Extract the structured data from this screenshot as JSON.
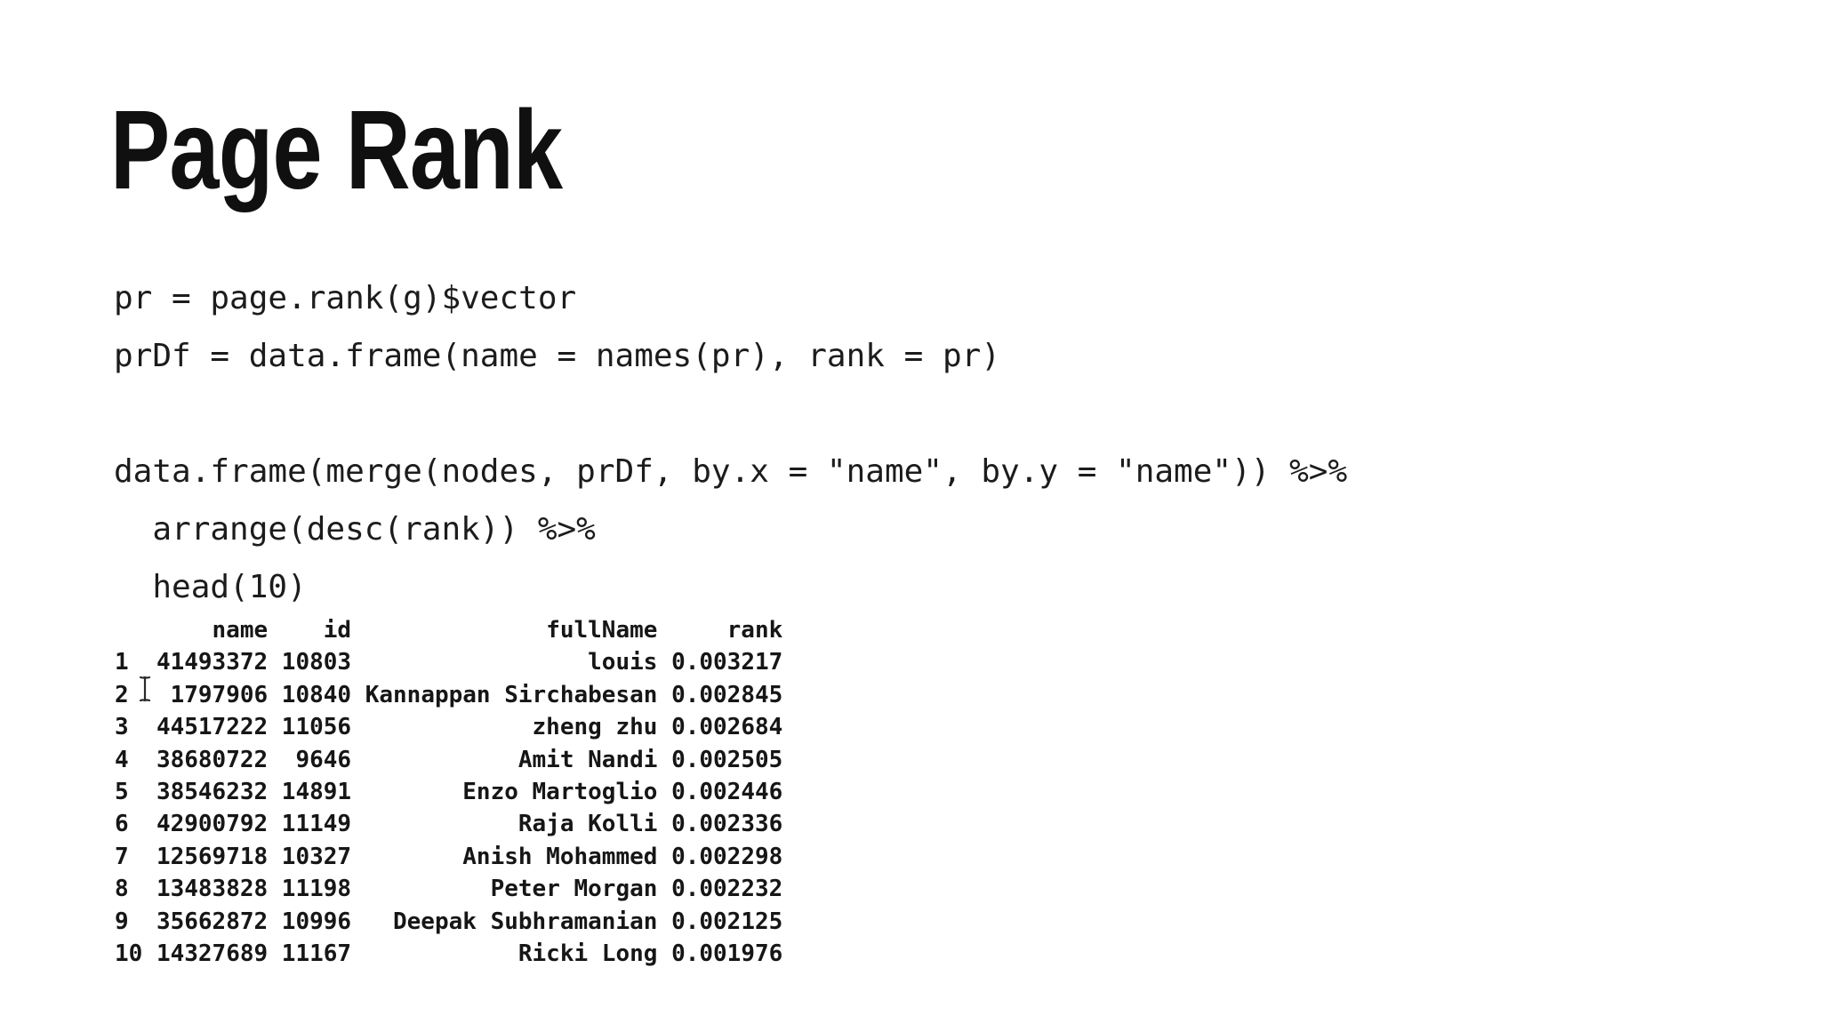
{
  "page": {
    "background_color": "#ffffff",
    "text_color": "#1a1a1a"
  },
  "title": "Page Rank",
  "code": {
    "lines": [
      "pr = page.rank(g)$vector",
      "prDf = data.frame(name = names(pr), rank = pr)",
      "",
      "data.frame(merge(nodes, prDf, by.x = \"name\", by.y = \"name\")) %>%",
      "  arrange(desc(rank)) %>%",
      "  head(10)"
    ]
  },
  "output_table": {
    "columns": {
      "name": "name",
      "id": "id",
      "fullName": "fullName",
      "rank": "rank"
    },
    "rows": [
      {
        "index": "1",
        "name": "41493372",
        "id": "10803",
        "fullName": "louis",
        "rank": "0.003217"
      },
      {
        "index": "2",
        "name": "1797906",
        "id": "10840",
        "fullName": "Kannappan Sirchabesan",
        "rank": "0.002845"
      },
      {
        "index": "3",
        "name": "44517222",
        "id": "11056",
        "fullName": "zheng zhu",
        "rank": "0.002684"
      },
      {
        "index": "4",
        "name": "38680722",
        "id": "9646",
        "fullName": "Amit Nandi",
        "rank": "0.002505"
      },
      {
        "index": "5",
        "name": "38546232",
        "id": "14891",
        "fullName": "Enzo Martoglio",
        "rank": "0.002446"
      },
      {
        "index": "6",
        "name": "42900792",
        "id": "11149",
        "fullName": "Raja Kolli",
        "rank": "0.002336"
      },
      {
        "index": "7",
        "name": "12569718",
        "id": "10327",
        "fullName": "Anish Mohammed",
        "rank": "0.002298"
      },
      {
        "index": "8",
        "name": "13483828",
        "id": "11198",
        "fullName": "Peter Morgan",
        "rank": "0.002232"
      },
      {
        "index": "9",
        "name": "35662872",
        "id": "10996",
        "fullName": "Deepak Subhramanian",
        "rank": "0.002125"
      },
      {
        "index": "10",
        "name": "14327689",
        "id": "11167",
        "fullName": "Ricki Long",
        "rank": "0.001976"
      }
    ]
  },
  "cursor": {
    "icon": "i-beam-text-cursor"
  }
}
